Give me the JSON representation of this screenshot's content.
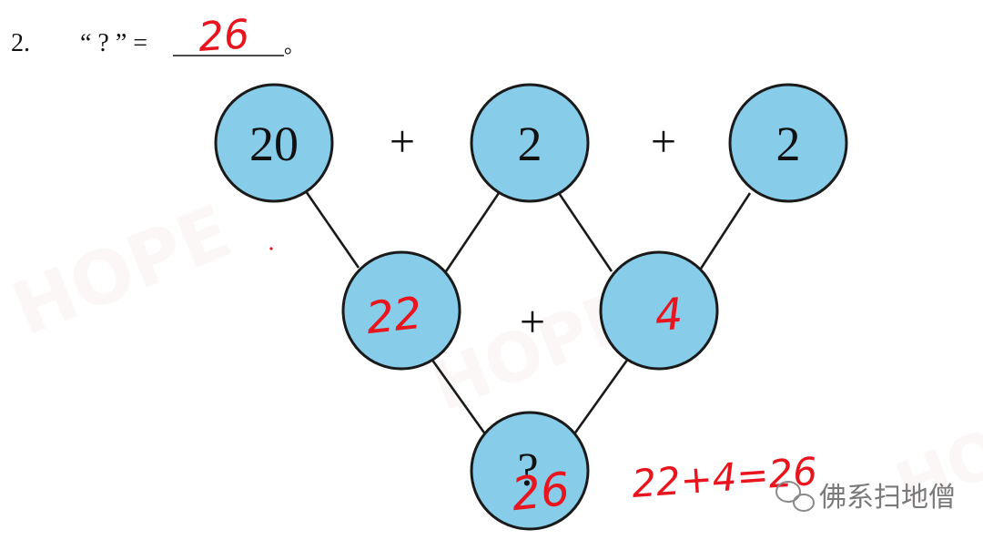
{
  "question": {
    "number": "2.",
    "prompt": "“ ? ” =",
    "end_punct": "。",
    "handwritten_answer": "26"
  },
  "diagram": {
    "top": [
      "20",
      "2",
      "2"
    ],
    "top_ops": [
      "+",
      "+"
    ],
    "middle_printed": [
      "",
      ""
    ],
    "middle_handwritten": [
      "22",
      "4"
    ],
    "middle_op": "+",
    "bottom_printed": "?",
    "bottom_handwritten": "26"
  },
  "handwritten_work": "22+4=26",
  "watermark": {
    "brand": "HOPE",
    "text": "佛系扫地僧"
  },
  "colors": {
    "circle_fill": "#87cdea",
    "stroke": "#1a1a1a",
    "handwriting": "#e8141e"
  }
}
